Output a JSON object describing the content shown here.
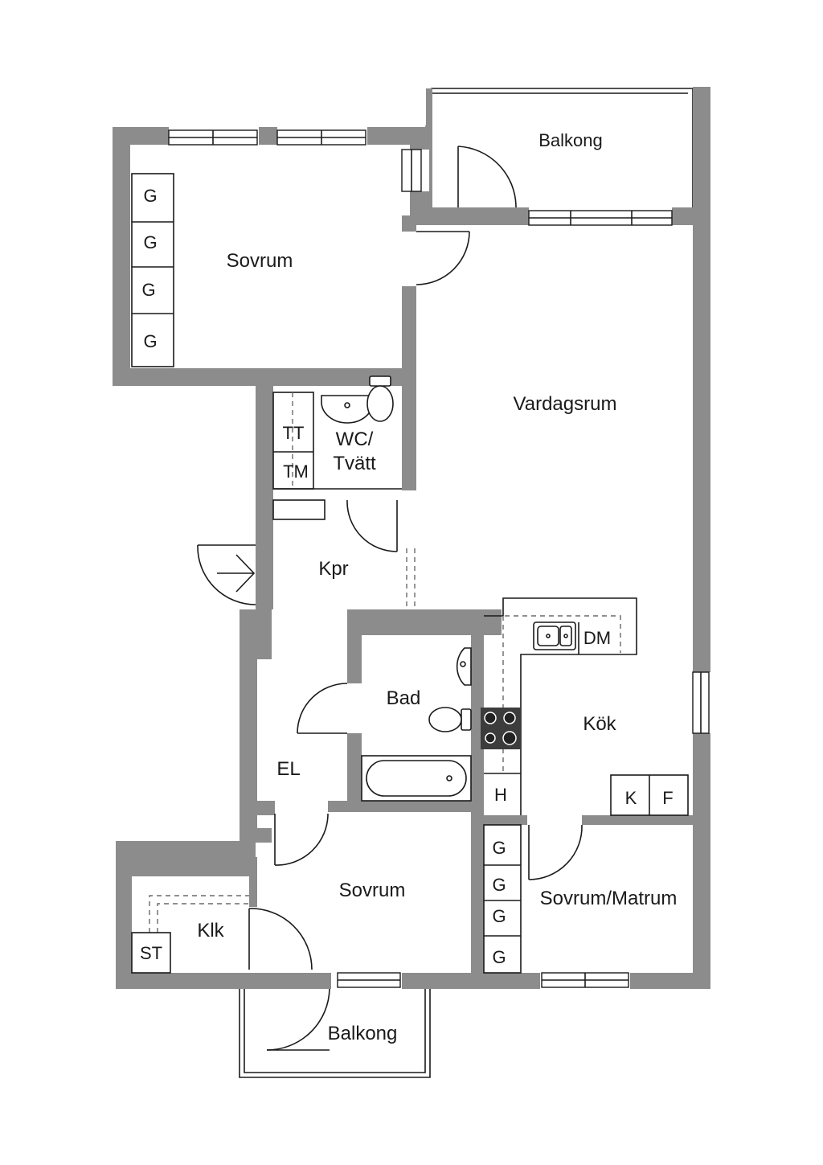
{
  "rooms": {
    "balkong_top": "Balkong",
    "sovrum_top": "Sovrum",
    "vardagsrum": "Vardagsrum",
    "wc_line1": "WC/",
    "wc_line2": "Tvätt",
    "kpr": "Kpr",
    "bad": "Bad",
    "kok": "Kök",
    "el": "EL",
    "sovrum_bottom": "Sovrum",
    "sovrum_matrum": "Sovrum/Matrum",
    "klk": "Klk",
    "balkong_bottom": "Balkong"
  },
  "fixtures": {
    "tt": "TT",
    "tm": "TM",
    "dm": "DM",
    "h": "H",
    "k": "K",
    "f": "F",
    "st": "ST",
    "g": "G"
  }
}
